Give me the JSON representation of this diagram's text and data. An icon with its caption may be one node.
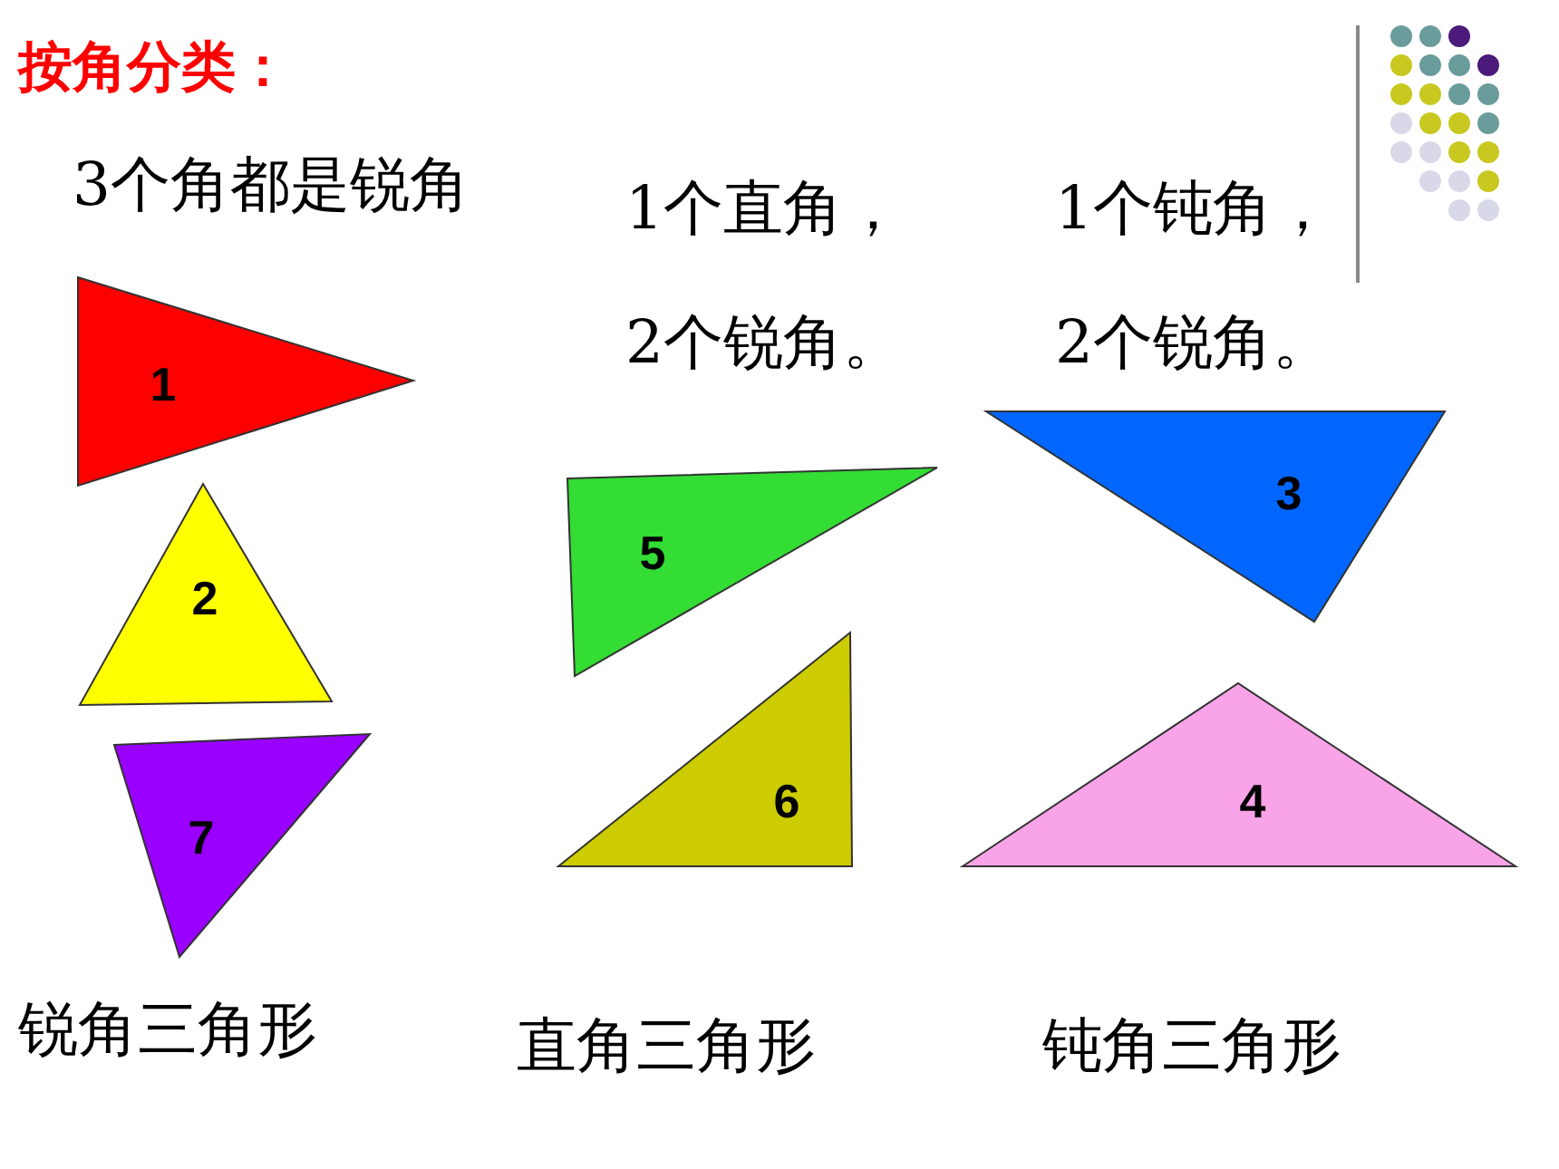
{
  "diagram": {
    "title": "按角分类：",
    "nodes": [
      {
        "text": [
          "1"
        ]
      },
      {
        "text": [
          "2"
        ]
      },
      {
        "text": [
          "7"
        ]
      },
      {
        "text": [
          "5"
        ]
      },
      {
        "text": [
          "6"
        ]
      },
      {
        "text": [
          "3"
        ]
      },
      {
        "text": [
          "4"
        ]
      }
    ],
    "labels": [
      "3个角都是锐角",
      "1个直角，2个锐角。",
      "1个钝角，2个锐角。",
      "锐角三角形",
      "直角三角形",
      "钝角三角形"
    ]
  }
}
